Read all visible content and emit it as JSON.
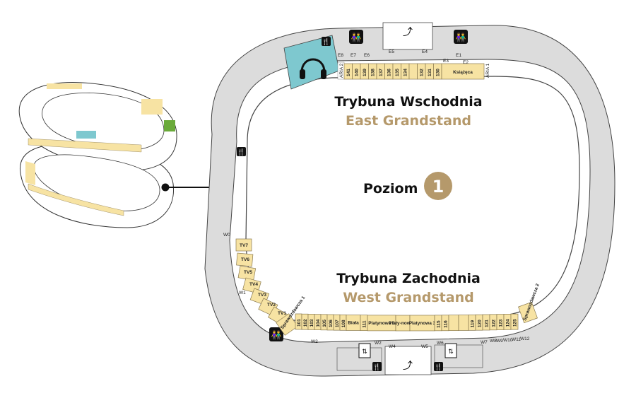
{
  "east": {
    "title": "Trybuna Wschodnia",
    "subtitle": "East Grandstand",
    "sections": [
      "141",
      "140",
      "139",
      "138",
      "137",
      "136",
      "135",
      "134",
      "",
      "132",
      "131",
      "130"
    ],
    "vip": "Książęca",
    "aria_left": "ARIA 2",
    "aria_right": "ARIA 1",
    "gates": [
      "E8",
      "E7",
      "E6",
      "E5",
      "E4",
      "E3",
      "E2",
      "E1"
    ]
  },
  "west": {
    "title": "Trybuna Zachodnia",
    "subtitle": "West Grandstand",
    "tv": [
      "TV7",
      "TV6",
      "TV5",
      "TV4",
      "TV3",
      "TV2",
      "TV1"
    ],
    "press_left": "Sprawozdawcza 1",
    "press_right": "Sprawozdawcza 2",
    "sections": [
      "101",
      "102",
      "103",
      "104",
      "105",
      "106",
      "107",
      "108",
      "Biała",
      "111",
      "Platynowa 1",
      "Platy-nowa 2",
      "Platynowa 3",
      "115",
      "116",
      "",
      "",
      "119",
      "120",
      "121",
      "122",
      "123",
      "124",
      "125"
    ],
    "gates": [
      "W0",
      "W1",
      "W2",
      "W2",
      "W4",
      "W5",
      "W6",
      "W7",
      "W8",
      "W9",
      "W10",
      "W11",
      "W12"
    ]
  },
  "level": {
    "label": "Poziom",
    "number": "1"
  },
  "colors": {
    "seat": "#f7e3a3",
    "accent": "#b5996b",
    "audio": "#7ec8cf",
    "concourse": "#dcdcdc"
  }
}
